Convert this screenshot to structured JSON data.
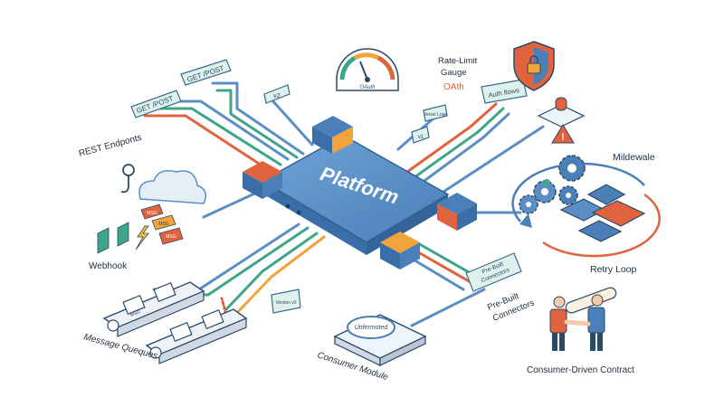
{
  "hub": {
    "label": "Platform"
  },
  "labels": {
    "rest_endpoints": "REST Endponts",
    "webhook": "Webhook",
    "message_queues": "Message Queques",
    "consumer_module": "Consumer Module",
    "rate_limit_line1": "Rate-Limit",
    "rate_limit_line2": "Gauge",
    "oath": "OAth",
    "middleware": "Mildewale",
    "retry_loop": "Retry Loop",
    "prebuilt_line1": "Pre-Built",
    "prebuilt_line2": "Connectors",
    "consumer_contract": "Consumer-Driven Contract"
  },
  "tags": {
    "get_post_1": "GET /POST",
    "get_post_2": "GET /POST",
    "v2": "v2",
    "version_tag": "Versio Loge",
    "v1": "v1",
    "auth_flows": "Auth flows",
    "gauge_inner": "OAuth",
    "prebuilt_box_line1": "Pre-Built",
    "prebuilt_box_line2": "Connectors",
    "consumer_badge": "Unfermoted",
    "queue_version": "Version v2",
    "msg1": "MSG",
    "msg2": "MSG",
    "msg3": "MSG",
    "msg4": "MSG"
  },
  "colors": {
    "hub": "#4a7fb8",
    "hub_top": "#6a9fd4",
    "blue_line": "#5b8ec4",
    "teal_line": "#3fa58a",
    "red_line": "#e0633d",
    "orange_line": "#f2a33a",
    "tag_fill": "#dff1ec",
    "orange_accent": "#e66a3b"
  }
}
